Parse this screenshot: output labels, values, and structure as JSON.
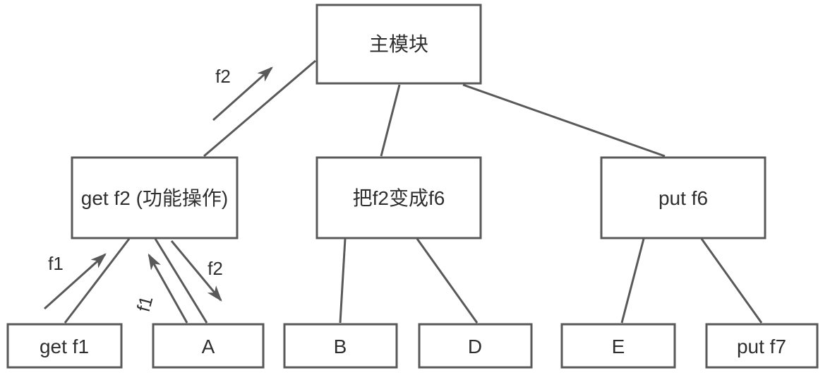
{
  "diagram": {
    "colors": {
      "line": "#595959",
      "text": "#2f2f2f",
      "background": "#ffffff"
    },
    "nodes": {
      "main": {
        "label": "主模块"
      },
      "get_f2": {
        "label": "get f2 (功能操作)"
      },
      "convert": {
        "label": "把f2变成f6"
      },
      "put_f6": {
        "label": "put f6"
      },
      "get_f1": {
        "label": "get f1"
      },
      "a": {
        "label": "A"
      },
      "b": {
        "label": "B"
      },
      "d": {
        "label": "D"
      },
      "e": {
        "label": "E"
      },
      "put_f7": {
        "label": "put f7"
      }
    },
    "edges": [
      {
        "from": "main",
        "to": "get_f2"
      },
      {
        "from": "main",
        "to": "convert"
      },
      {
        "from": "main",
        "to": "put_f6"
      },
      {
        "from": "get_f2",
        "to": "get_f1"
      },
      {
        "from": "get_f2",
        "to": "a"
      },
      {
        "from": "convert",
        "to": "b"
      },
      {
        "from": "convert",
        "to": "d"
      },
      {
        "from": "put_f6",
        "to": "e"
      },
      {
        "from": "put_f6",
        "to": "put_f7"
      }
    ],
    "flows": [
      {
        "label": "f2",
        "from": "get_f2",
        "to": "main",
        "direction": "up"
      },
      {
        "label": "f1",
        "from": "get_f1",
        "to": "get_f2",
        "direction": "up"
      },
      {
        "label": "f1",
        "from": "a",
        "to": "get_f2",
        "direction": "up"
      },
      {
        "label": "f2",
        "from": "get_f2",
        "to": "a",
        "direction": "down"
      }
    ]
  }
}
